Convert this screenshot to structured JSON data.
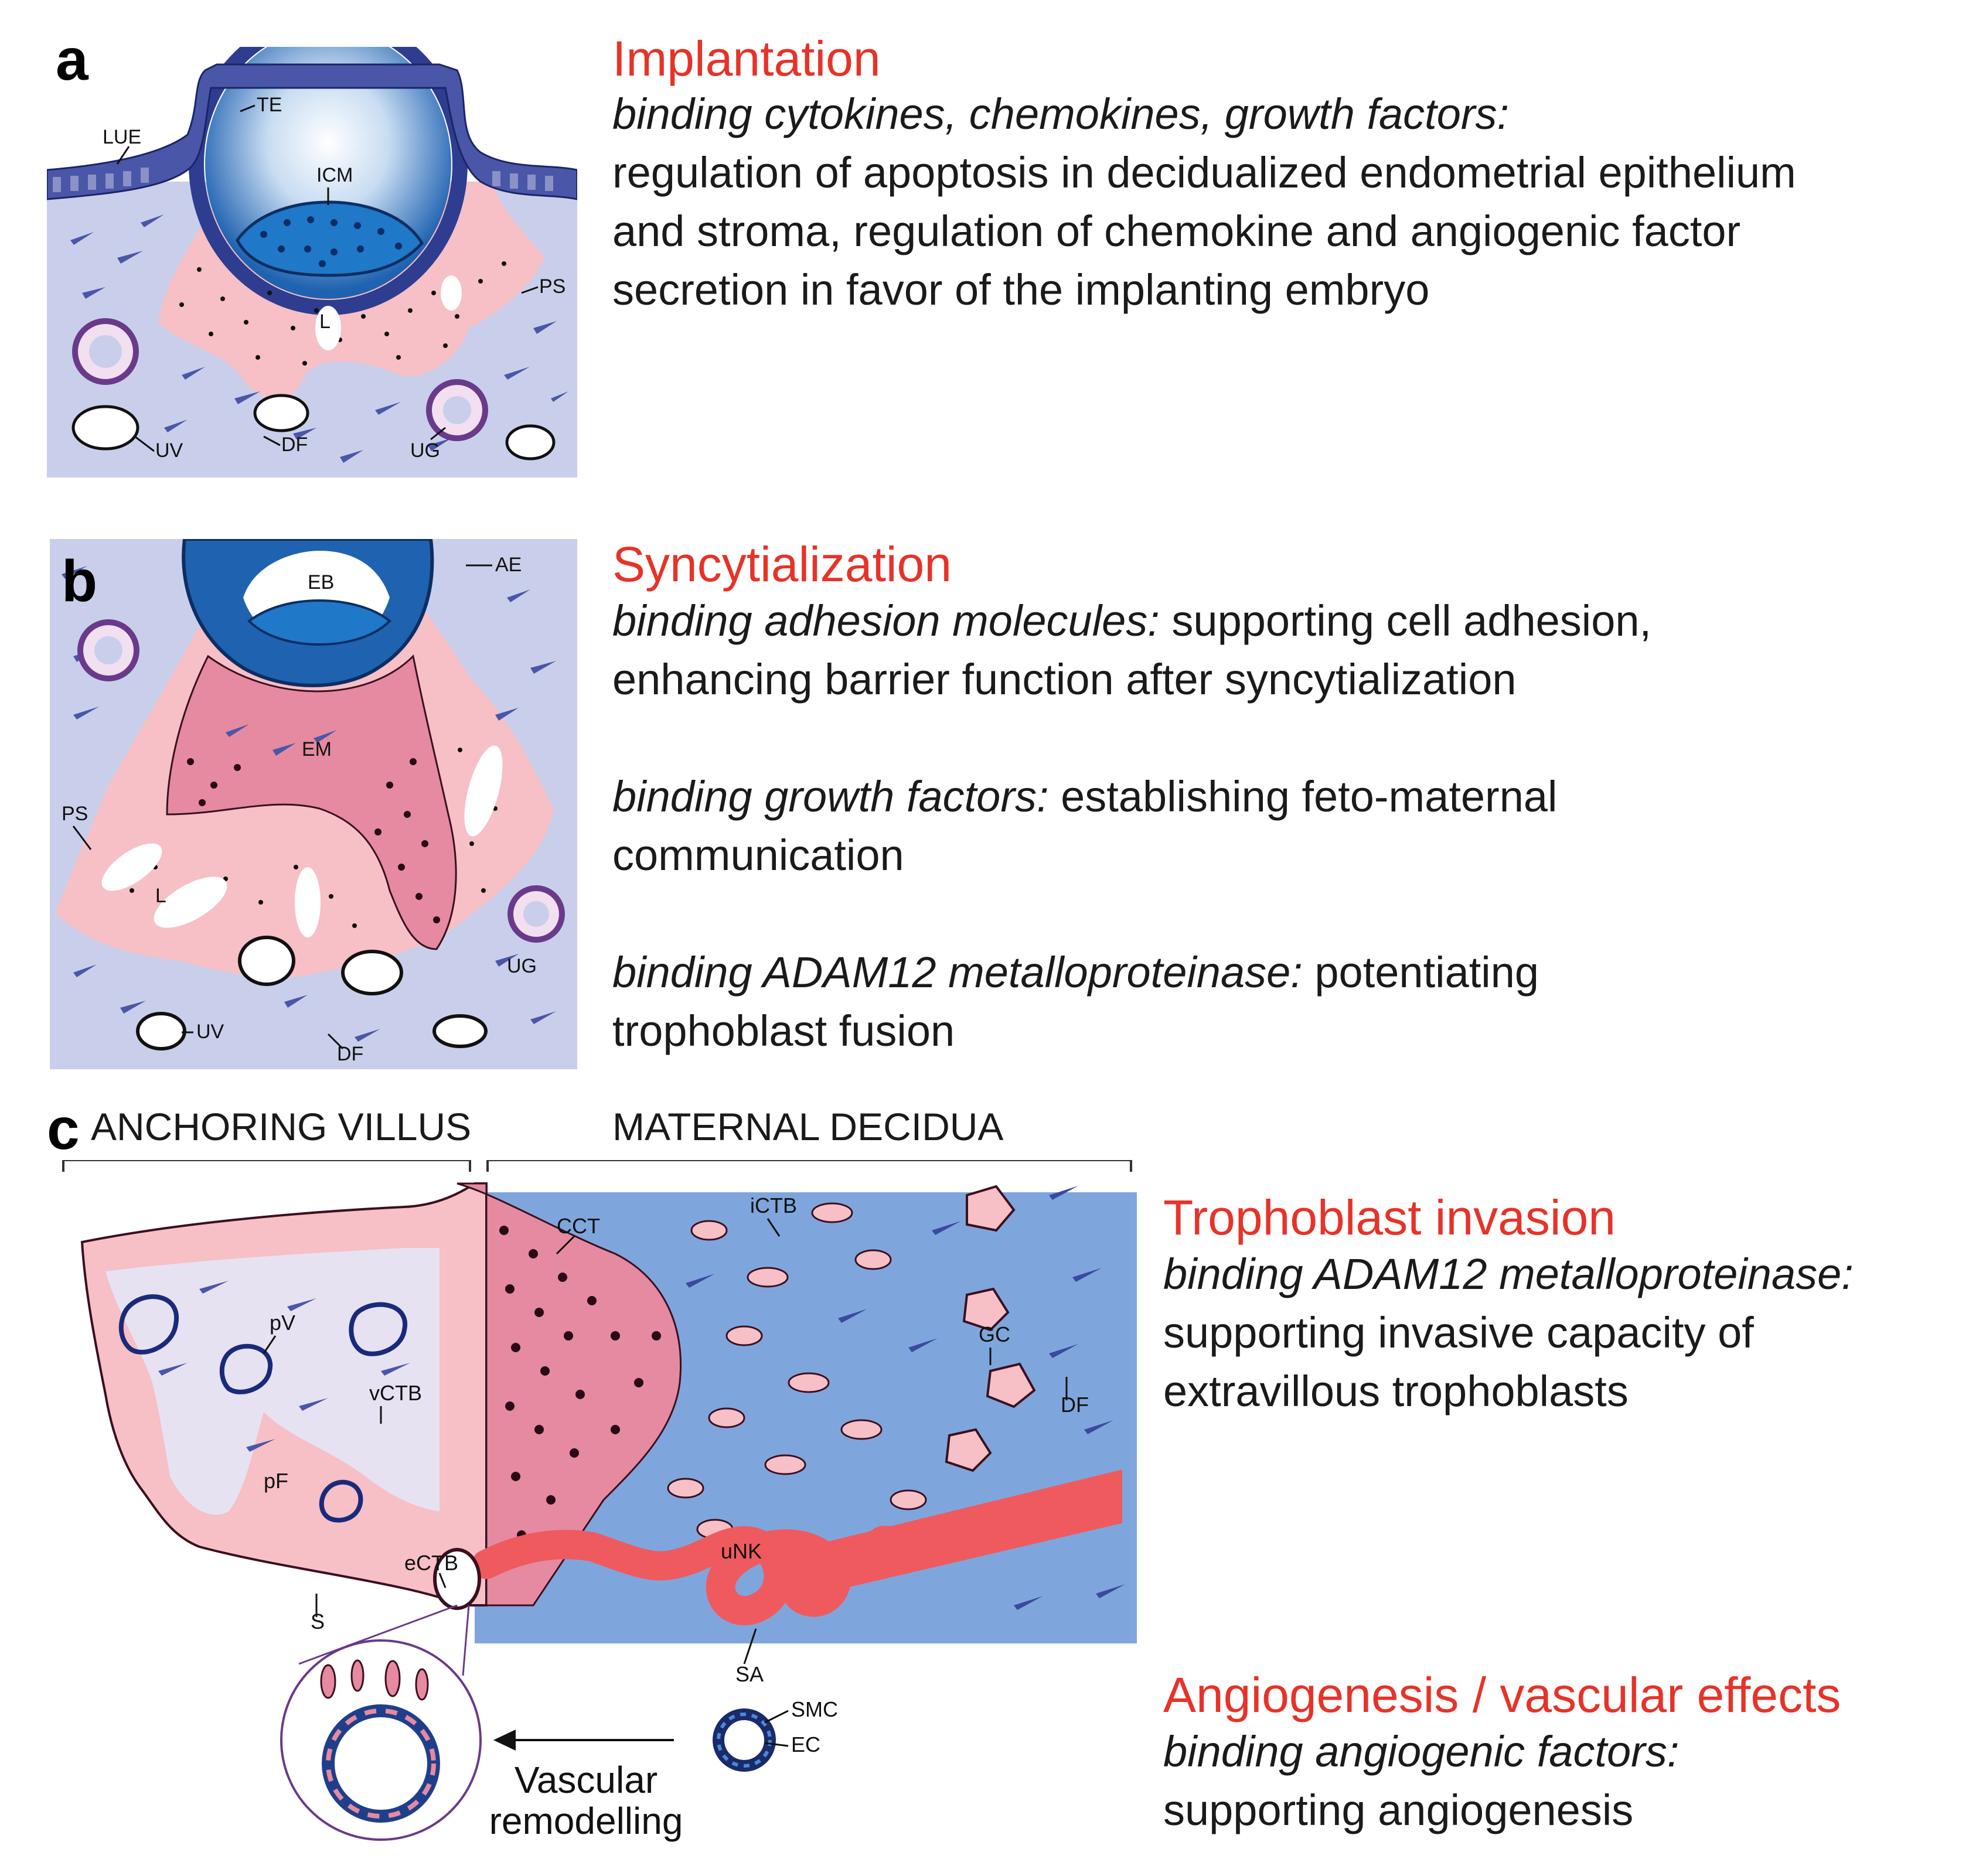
{
  "panels": {
    "a": {
      "letter": "a",
      "heading": "Implantation",
      "lead": "binding cytokines, chemokines, growth factors:",
      "lines": [
        "regulation of apoptosis in decidualized endometrial epithelium",
        "and stroma, regulation of chemokine and angiogenic factor",
        "secretion in favor of the implanting embryo"
      ],
      "labels": {
        "te": "TE",
        "lue": "LUE",
        "icm": "ICM",
        "ps": "PS",
        "l": "L",
        "uv": "UV",
        "df": "DF",
        "ug": "UG"
      }
    },
    "b": {
      "letter": "b",
      "heading": "Syncytialization",
      "block1_lead": "binding adhesion molecules:",
      "block1_rest": " supporting cell adhesion,",
      "block1_line2": "enhancing barrier function after syncytialization",
      "block2_lead": "binding growth factors:",
      "block2_rest": " establishing feto-maternal",
      "block2_line2": "communication",
      "block3_lead": "binding ADAM12 metalloproteinase:",
      "block3_rest": " potentiating",
      "block3_line2": "trophoblast fusion",
      "labels": {
        "ae": "AE",
        "eb": "EB",
        "em": "EM",
        "ps": "PS",
        "l": "L",
        "ug": "UG",
        "uv": "UV",
        "df": "DF"
      }
    },
    "c": {
      "letter": "c",
      "left_section": "ANCHORING VILLUS",
      "right_section": "MATERNAL DECIDUA",
      "heading1": "Trophoblast invasion",
      "lead1": "binding ADAM12 metalloproteinase:",
      "lines1": [
        "supporting invasive capacity of",
        "extravillous trophoblasts"
      ],
      "heading2": "Angiogenesis / vascular effects",
      "lead2": "binding angiogenic factors:",
      "lines2": [
        "supporting angiogenesis"
      ],
      "arrow_label_1": "Vascular",
      "arrow_label_2": "remodelling",
      "labels": {
        "cct": "CCT",
        "ictb": "iCTB",
        "gc": "GC",
        "df": "DF",
        "pv": "pV",
        "vctb": "vCTB",
        "pf": "pF",
        "s": "S",
        "ectb": "eCTB",
        "unk": "uNK",
        "sa": "SA",
        "smc": "SMC",
        "ec": "EC"
      }
    }
  },
  "colors": {
    "heading": "#e63329",
    "stroma": "#c9cfea",
    "decidua_blue": "#7fa6dc",
    "pink": "#f7bfc6",
    "epithelium": "#4a56a8",
    "artery": "#ef5a5f",
    "embryo_blue": "#1f62b0"
  }
}
